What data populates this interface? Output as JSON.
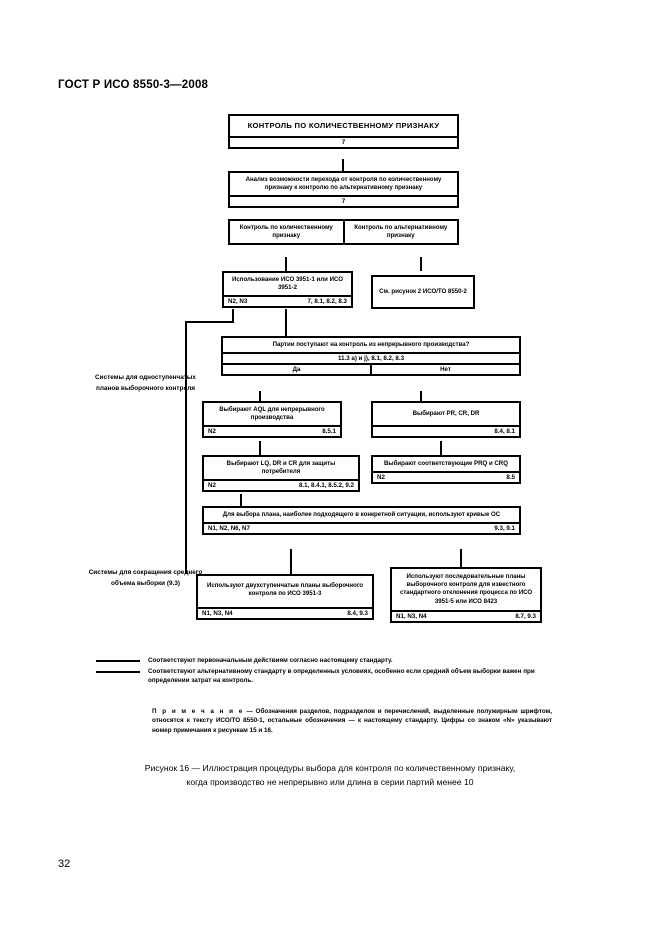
{
  "document": {
    "header": "ГОСТ Р ИСО 8550-3—2008",
    "page_number": "32"
  },
  "flowchart": {
    "title_box": {
      "title": "КОНТРОЛЬ ПО КОЛИЧЕСТВЕННОМУ ПРИЗНАКУ",
      "ref": "7"
    },
    "analysis_box": {
      "title": "Анализ возможности перехода от контроля по количественному признаку к контролю по альтернативному признаку",
      "ref": "7"
    },
    "branch_pair": {
      "left": "Контроль по количественному признаку",
      "right": "Контроль по альтернативному признаку"
    },
    "iso_box": {
      "title": "Использование ИСО 3951-1 или ИСО 3951-2",
      "ref_left": "N2, N3",
      "ref_right": "7, 8.1, 8.2, 8.3"
    },
    "see_figure_box": {
      "title": "См. рисунок 2 ИСО/ТО 8550-2"
    },
    "decision_box": {
      "title": "Партии поступают на контроль из непрерывного производства?",
      "ref": "11.3 a) и j), 8.1, 8.2, 8.3",
      "yes": "Да",
      "no": "Нет"
    },
    "aql_box": {
      "title": "Выбирают AQL для непрерывного производства",
      "ref_left": "N2",
      "ref_right": "8.5.1"
    },
    "prcrdr_box": {
      "title": "Выбирают PR, CR, DR",
      "ref_left": "",
      "ref_right": "8.4, 8.1"
    },
    "lq_box": {
      "title": "Выбирают LQ, DR и CR для защиты потребителя",
      "ref_left": "N2",
      "ref_right": "8.1, 8.4.1, 8.5.2, 9.2"
    },
    "prq_box": {
      "title": "Выбирают соответствующие PRQ и CRQ",
      "ref_left": "N2",
      "ref_right": "8.5"
    },
    "oc_box": {
      "title": "Для выбора плана, наиболее подходящего в конкретной ситуации, используют кривые ОС",
      "ref_left": "N1, N2, N6, N7",
      "ref_right": "9.3, 9.1"
    },
    "double_sampling_box": {
      "title": "Используют двухступенчатые планы выборочного контроля по ИСО 3951-3",
      "ref_left": "N1, N3, N4",
      "ref_right": "8.4, 9.3"
    },
    "sequential_box": {
      "title": "Используют последовательные планы выборочного контроля для известного стандартного отклонения процесса по ИСО 3951-5 или ИСО 8423",
      "ref_left": "N1, N3, N4",
      "ref_right": "8.7, 9.3"
    },
    "side_labels": {
      "single_stage": "Системы для одноступенчатых планов выборочного контроля",
      "reduced_size": "Системы для сокращения среднего объема выборки (9.3)"
    }
  },
  "legend": {
    "items": [
      "Соответствуют первоначальным действиям согласно настоящему стандарту.",
      "Соответствуют альтернативному стандарту в определенных условиях, особенно если средний объем выборки важен при определении затрат на контроль."
    ]
  },
  "note": {
    "label": "П р и м е ч а н и е",
    "text": " — Обозначения разделов, подразделов и перечислений, выделенные полужирным шрифтом, относятся к тексту ИСО/ТО 8550-1, остальные обозначения — к настоящему стандарту. Цифры со знаком «N» указывают номер примечания к рисункам 15 и 16."
  },
  "caption": {
    "line1": "Рисунок 16 — Иллюстрация процедуры выбора для контроля по количественному признаку,",
    "line2": "когда производство не непрерывно или длина в серии партий менее 10"
  }
}
